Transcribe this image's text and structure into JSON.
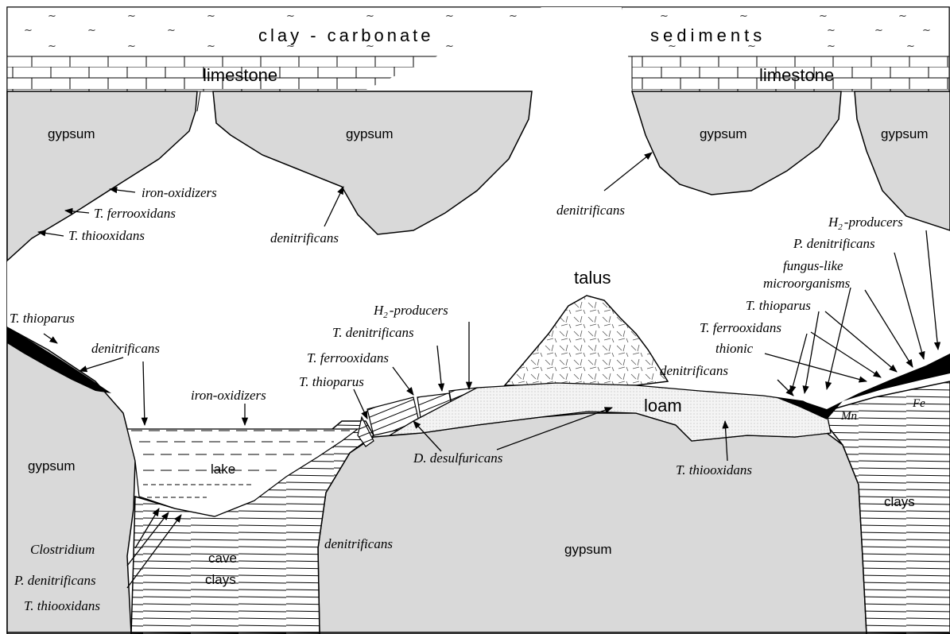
{
  "layers": {
    "clay_carbonate": "clay - carbonate",
    "sediments": "sediments",
    "limestone_left": "limestone",
    "limestone_right": "limestone"
  },
  "rock": {
    "gypsum_top_1": "gypsum",
    "gypsum_top_2": "gypsum",
    "gypsum_top_3": "gypsum",
    "gypsum_top_4": "gypsum",
    "gypsum_left": "gypsum",
    "gypsum_bottom": "gypsum",
    "talus": "talus",
    "loam": "loam",
    "lake": "lake",
    "cave_clays_1": "cave",
    "cave_clays_2": "clays",
    "clays_right": "clays",
    "mn": "Mn",
    "fe": "Fe"
  },
  "organisms": {
    "ceiling_iron_oxidizers": "iron-oxidizers",
    "ceiling_t_ferrooxidans": "T. ferrooxidans",
    "ceiling_t_thiooxidans": "T. thiooxidans",
    "ceiling_denitrificans_1": "denitrificans",
    "ceiling_denitrificans_2": "denitrificans",
    "left_t_thioparus": "T. thioparus",
    "left_denitrificans": "denitrificans",
    "lake_iron_oxidizers": "iron-oxidizers",
    "floor_h2_producers_sub": "2",
    "floor_h2_producers_h": "H",
    "floor_h2_producers_rest": "-producers",
    "floor_t_denitrificans": "T. denitrificans",
    "floor_t_ferrooxidans": "T. ferrooxidans",
    "floor_t_thioparus": "T. thioparus",
    "d_desulfuricans": "D. desulfuricans",
    "loam_t_thiooxidans": "T. thiooxidans",
    "clostridium": "Clostridium",
    "bottom_p_denitrificans": "P. denitrificans",
    "bottom_t_thiooxidans": "T. thiooxidans",
    "bottom_denitrificans": "denitrificans",
    "right_h2_h": "H",
    "right_h2_sub": "2",
    "right_h2_rest": "-producers",
    "right_p_denitrificans": "P. denitrificans",
    "right_fungus_1": "fungus-like",
    "right_fungus_2": "microorganisms",
    "right_t_thioparus": "T. thioparus",
    "right_t_ferrooxidans": "T. ferrooxidans",
    "right_thionic": "thionic",
    "right_denitrificans": "denitrificans"
  },
  "colors": {
    "gypsum": "#d9d9d9",
    "loam": "#ececec",
    "crust": "#000000",
    "line": "#000000"
  }
}
